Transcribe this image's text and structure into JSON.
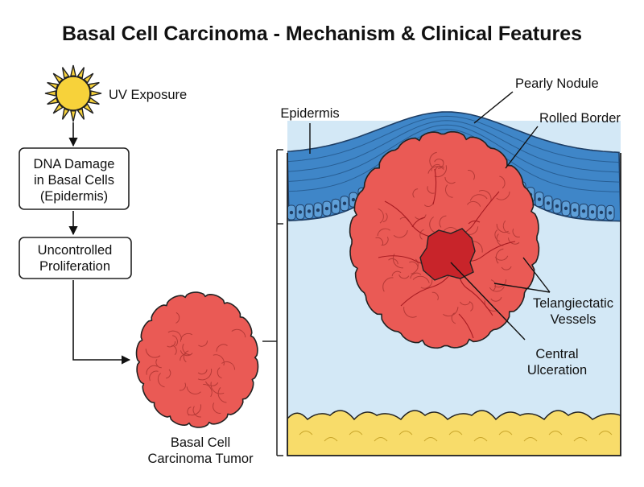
{
  "title": "Basal Cell Carcinoma - Mechanism & Clinical Features",
  "flow": {
    "uv_label": "UV Exposure",
    "dna_box": [
      "DNA Damage",
      "in Basal Cells",
      "(Epidermis)"
    ],
    "proliferation_box": [
      "Uncontrolled",
      "Proliferation"
    ],
    "tumor_label": [
      "Basal Cell",
      "Carcinoma Tumor"
    ]
  },
  "cross_section": {
    "epidermis": "Epidermis",
    "pearly_nodule": "Pearly Nodule",
    "rolled_border": "Rolled Border",
    "telangiectatic": [
      "Telangiectatic",
      "Vessels"
    ],
    "ulceration": [
      "Central",
      "Ulceration"
    ]
  },
  "colors": {
    "sun": "#f7d23a",
    "tumor": "#ea5a55",
    "ulcer": "#c8242a",
    "epidermis": "#3f86c8",
    "dermis": "#d3e8f6",
    "fat": "#f8dc6a"
  }
}
